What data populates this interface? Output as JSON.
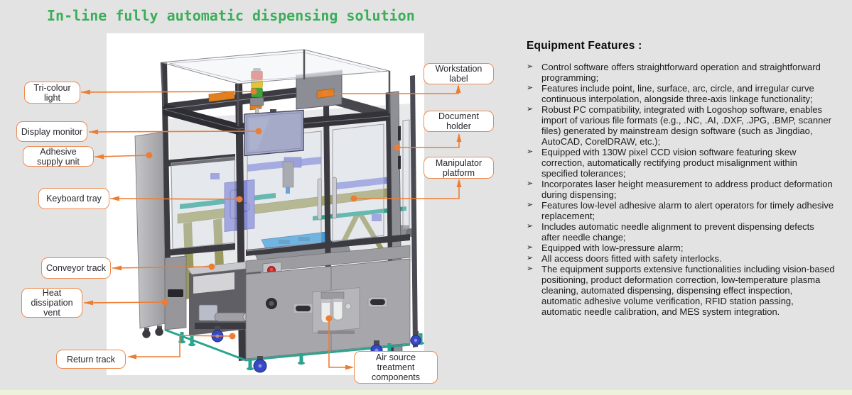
{
  "page": {
    "title": "In-line fully automatic dispensing solution",
    "colors": {
      "title_green": "#3bae58",
      "accent_orange": "#ed7d31",
      "page_background": "#e3e3e4",
      "image_background": "#ffffff",
      "bottom_strip": "#edf2da",
      "tower_light_red": "#cf3a2c",
      "tower_light_yellow": "#e4c434",
      "tower_light_green": "#3fa23c"
    }
  },
  "diagram": {
    "callouts": [
      {
        "id": "tri-colour-light",
        "label": "Tri-colour light"
      },
      {
        "id": "display-monitor",
        "label": "Display monitor"
      },
      {
        "id": "adhesive-supply-unit",
        "label": "Adhesive supply unit"
      },
      {
        "id": "keyboard-tray",
        "label": "Keyboard tray"
      },
      {
        "id": "conveyor-track",
        "label": "Conveyor track"
      },
      {
        "id": "heat-dissipation-vent",
        "label": "Heat dissipation vent"
      },
      {
        "id": "return-track",
        "label": "Return track"
      },
      {
        "id": "workstation-label",
        "label": "Workstation label"
      },
      {
        "id": "document-holder",
        "label": "Document holder"
      },
      {
        "id": "manipulator-platform",
        "label": "Manipulator platform"
      },
      {
        "id": "air-source-treatment-components",
        "label": "Air source treatment components"
      }
    ]
  },
  "features": {
    "heading": "Equipment Features :",
    "bullet_glyph": "➢",
    "items": [
      "Control software offers straightforward operation and straightforward programming;",
      "Features include point, line, surface, arc, circle, and irregular curve continuous interpolation, alongside three-axis linkage functionality;",
      "Robust PC compatibility, integrated with Logoshop software, enables import of various file formats (e.g., .NC, .AI, .DXF, .JPG, .BMP, scanner files) generated by mainstream design software (such as Jingdiao, AutoCAD, CorelDRAW, etc.);",
      "Equipped with 130W pixel CCD vision software featuring skew correction, automatically rectifying product misalignment within specified tolerances;",
      "Incorporates laser height measurement to address product deformation during dispensing;",
      "Features low-level adhesive alarm to alert operators for timely adhesive replacement;",
      "Includes automatic needle alignment to prevent dispensing defects after needle change;",
      "Equipped with low-pressure alarm;",
      "All access doors fitted with safety interlocks.",
      "The equipment supports extensive functionalities including vision-based positioning, product deformation correction, low-temperature plasma cleaning, automated dispensing, dispensing effect inspection, automatic adhesive volume verification, RFID station passing, automatic needle calibration, and MES system integration."
    ]
  }
}
